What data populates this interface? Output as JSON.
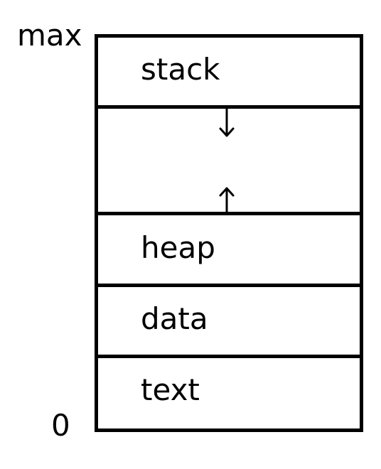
{
  "diagram": {
    "address_labels": {
      "top": "max",
      "bottom": "0"
    },
    "segments": [
      {
        "name": "stack"
      },
      {
        "name": ""
      },
      {
        "name": "heap"
      },
      {
        "name": "data"
      },
      {
        "name": "text"
      }
    ],
    "arrows": {
      "stack_growth": "down",
      "heap_growth": "up"
    },
    "colors": {
      "line": "#000000",
      "background": "#ffffff"
    }
  }
}
